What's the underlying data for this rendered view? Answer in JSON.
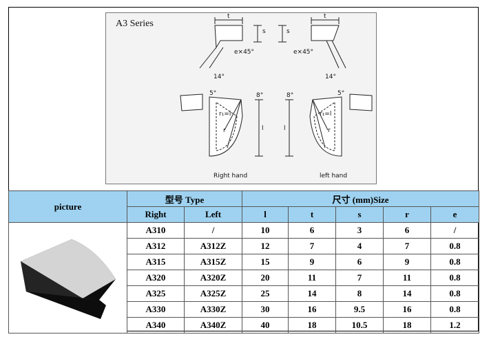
{
  "diagram": {
    "series_title": "A3 Series",
    "labels": {
      "t": "t",
      "s": "s",
      "chamfer": "e×45°",
      "angle14": "14°",
      "angle5": "5°",
      "angle8": "8°",
      "l": "l",
      "r": "r",
      "r_ratio": "r₁=l",
      "right_hand": "Right hand",
      "left_hand": "left hand"
    }
  },
  "table": {
    "picture_header": "picture",
    "type_header": "型号 Type",
    "size_header": "尺寸 (mm)Size",
    "sub_headers": [
      "Right",
      "Left",
      "l",
      "t",
      "s",
      "r",
      "e"
    ],
    "rows": [
      [
        "A310",
        "/",
        "10",
        "6",
        "3",
        "6",
        "/"
      ],
      [
        "A312",
        "A312Z",
        "12",
        "7",
        "4",
        "7",
        "0.8"
      ],
      [
        "A315",
        "A315Z",
        "15",
        "9",
        "6",
        "9",
        "0.8"
      ],
      [
        "A320",
        "A320Z",
        "20",
        "11",
        "7",
        "11",
        "0.8"
      ],
      [
        "A325",
        "A325Z",
        "25",
        "14",
        "8",
        "14",
        "0.8"
      ],
      [
        "A330",
        "A330Z",
        "30",
        "16",
        "9.5",
        "16",
        "0.8"
      ],
      [
        "A340",
        "A340Z",
        "40",
        "18",
        "10.5",
        "18",
        "1.2"
      ]
    ]
  }
}
